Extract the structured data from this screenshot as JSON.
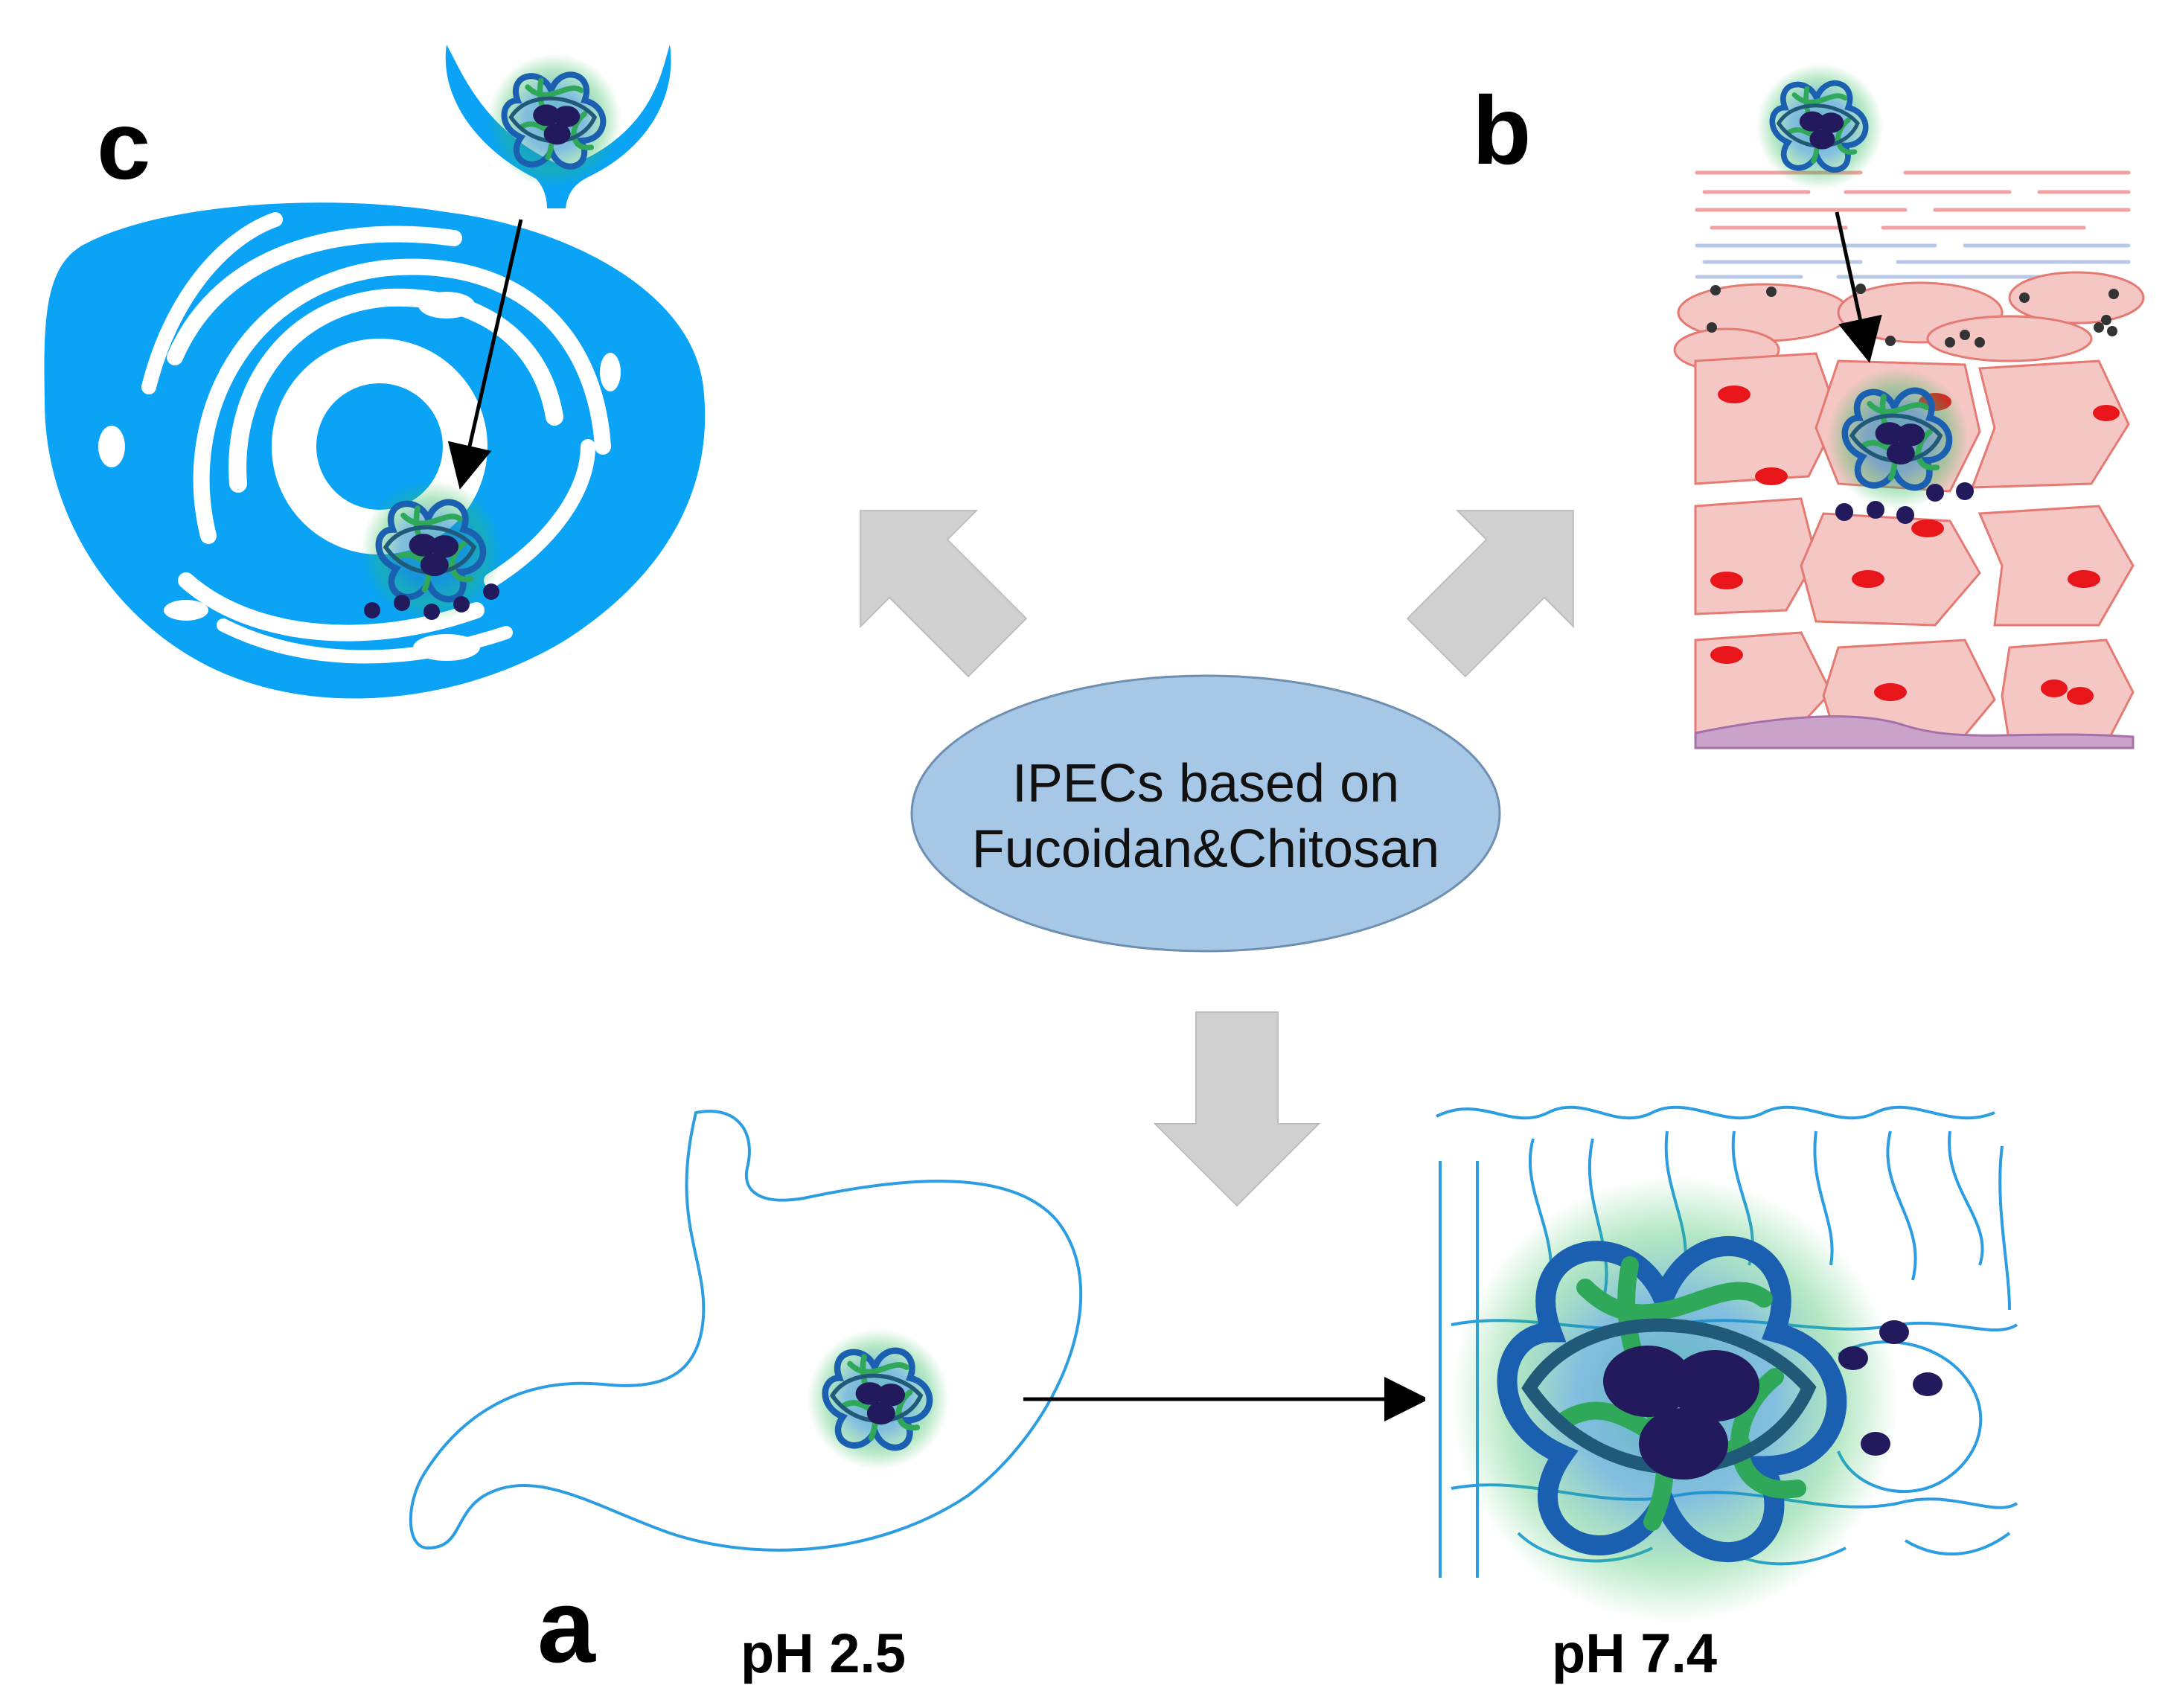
{
  "center": {
    "line1": "IPECs based on",
    "line2": "Fucoidan&Chitosan",
    "fill_color": "#a7c7e7",
    "stroke_color": "#6e8fb0"
  },
  "panels": {
    "a": {
      "letter": "a",
      "ph_left": "pH 2.5",
      "ph_right": "pH 7.4"
    },
    "b": {
      "letter": "b"
    },
    "c": {
      "letter": "c"
    }
  },
  "colors": {
    "cell_blue": "#0aa3f5",
    "stomach_outline": "#2b9de0",
    "arrow_gray": "#d0d0d0",
    "tissue_pink": "#f4c6c4",
    "nucleus_red": "#e8161b",
    "payload_dot": "#221a5c",
    "polymer_green": "#2fa85a"
  },
  "icons": [
    "complex-particle-icon",
    "big-arrow-icon",
    "stomach-icon",
    "cell-icon",
    "tissue-icon"
  ]
}
